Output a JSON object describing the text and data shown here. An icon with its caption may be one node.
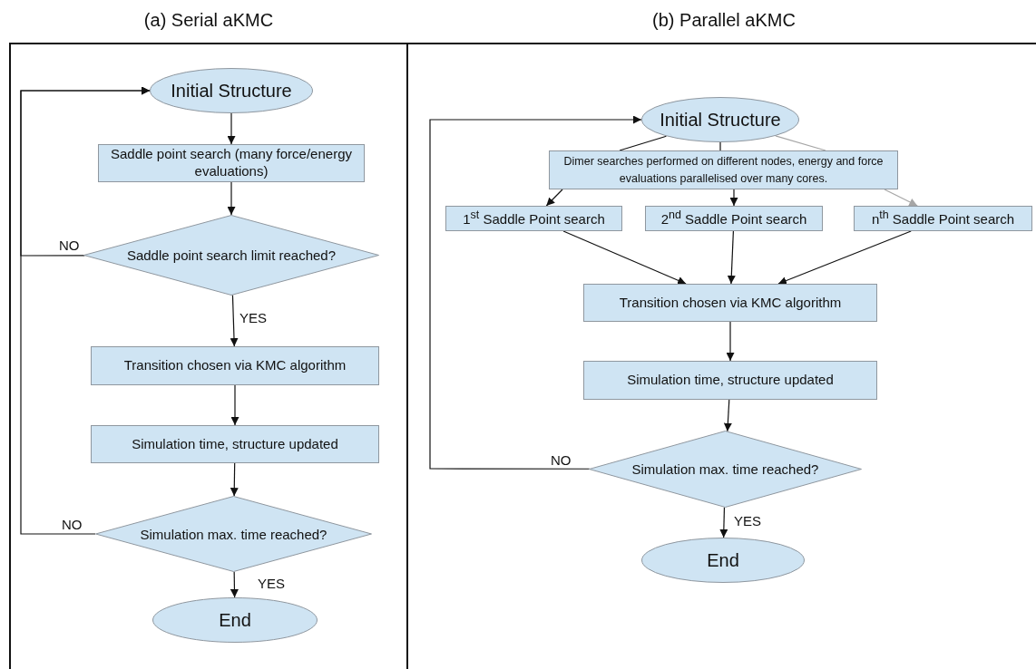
{
  "diagram": {
    "nodes": [
      {
        "text": [
          "(a) Serial aKMC"
        ]
      },
      {
        "text": [
          "Initial Structure"
        ],
        "in": 0
      },
      {
        "text": [
          "Saddle point search (many force/energy evaluations)"
        ],
        "in": 0
      },
      {
        "text": [
          "Saddle point search limit reached?"
        ],
        "in": 0
      },
      {
        "text": [
          "Transition chosen via KMC algorithm"
        ],
        "in": 0
      },
      {
        "text": [
          "Simulation time, structure updated"
        ],
        "in": 0
      },
      {
        "text": [
          "Simulation max. time reached?"
        ],
        "in": 0
      },
      {
        "text": [
          "End"
        ],
        "in": 0
      },
      {
        "text": [
          "(b) Parallel aKMC"
        ]
      },
      {
        "text": [
          "Initial Structure"
        ],
        "in": 8
      },
      {
        "text": [
          "Dimer searches performed on different nodes, energy and force evaluations parallelised over many cores."
        ],
        "in": 8
      },
      {
        "text": [
          "1$^{st}$ Saddle Point search"
        ],
        "in": 8
      },
      {
        "text": [
          "2$^{nd}$ Saddle Point search"
        ],
        "in": 8
      },
      {
        "text": [
          "n$^{th}$ Saddle Point search"
        ],
        "in": 8
      },
      {
        "text": [
          "Transition chosen via KMC algorithm"
        ],
        "in": 8
      },
      {
        "text": [
          "Simulation time, structure updated"
        ],
        "in": 8
      },
      {
        "text": [
          "Simulation max. time reached?"
        ],
        "in": 8
      },
      {
        "text": [
          "End"
        ],
        "in": 8
      }
    ],
    "edges": [
      {
        "from": 1,
        "to": 2,
        "arrow": "to"
      },
      {
        "from": 2,
        "to": 3,
        "arrow": "to"
      },
      {
        "from": 3,
        "to": 4,
        "arrow": "to",
        "label": "YES"
      },
      {
        "from": 4,
        "to": 5,
        "arrow": "to"
      },
      {
        "from": 5,
        "to": 6,
        "arrow": "to"
      },
      {
        "from": 6,
        "to": 7,
        "arrow": "to",
        "label": "YES"
      },
      {
        "from": 3,
        "to": 1,
        "arrow": "to",
        "label": "NO"
      },
      {
        "from": 6,
        "to": 1,
        "arrow": "to",
        "label": "NO"
      },
      {
        "from": 9,
        "to": 10,
        "arrow": "none"
      },
      {
        "from": 9,
        "to": 10,
        "arrow": "none"
      },
      {
        "from": 9,
        "to": 10,
        "arrow": "none",
        "color": "#a6a6a6"
      },
      {
        "from": 10,
        "to": 11,
        "arrow": "to"
      },
      {
        "from": 10,
        "to": 12,
        "arrow": "to"
      },
      {
        "from": 10,
        "to": 13,
        "arrow": "to",
        "color": "#a6a6a6"
      },
      {
        "from": 11,
        "to": 14,
        "arrow": "to"
      },
      {
        "from": 12,
        "to": 14,
        "arrow": "to"
      },
      {
        "from": 13,
        "to": 14,
        "arrow": "to"
      },
      {
        "from": 14,
        "to": 15,
        "arrow": "to"
      },
      {
        "from": 15,
        "to": 16,
        "arrow": "to"
      },
      {
        "from": 16,
        "to": 17,
        "arrow": "to",
        "label": "YES"
      },
      {
        "from": 16,
        "to": 9,
        "arrow": "to",
        "label": "NO"
      }
    ]
  }
}
